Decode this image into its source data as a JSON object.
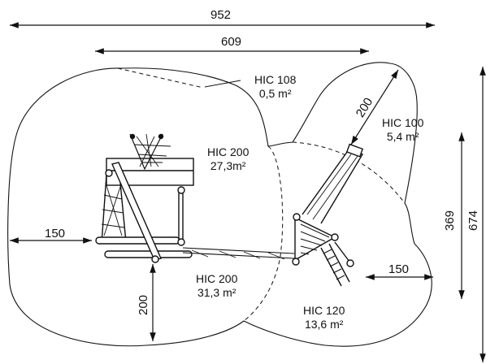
{
  "dimensions": {
    "overall_width": "952",
    "inner_width": "609",
    "left_clearance": "150",
    "right_clearance": "150",
    "bottom_clearance": "200",
    "slide_clearance": "200",
    "right_height": "369",
    "overall_height": "674"
  },
  "zones": [
    {
      "hic": "HIC 108",
      "area": "0,5 m²"
    },
    {
      "hic": "HIC 200",
      "area": "27,3m²"
    },
    {
      "hic": "HIC 100",
      "area": "5,4 m²"
    },
    {
      "hic": "HIC 200",
      "area": "31,3 m²"
    },
    {
      "hic": "HIC 120",
      "area": "13,6 m²"
    }
  ],
  "colors": {
    "line": "#111111",
    "background": "#ffffff"
  }
}
